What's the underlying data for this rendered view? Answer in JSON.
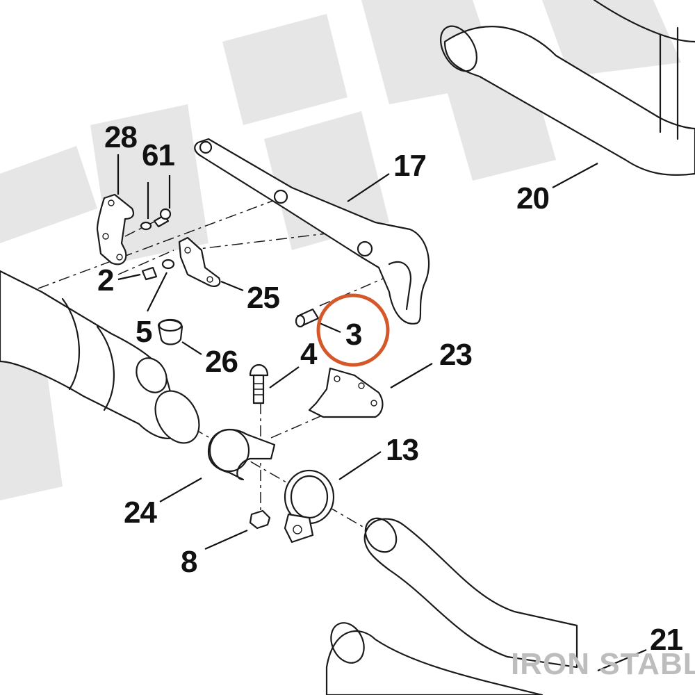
{
  "callouts": {
    "c28": "28",
    "c61": "61",
    "c17": "17",
    "c20": "20",
    "c2": "2",
    "c25": "25",
    "c3": "3",
    "c5": "5",
    "c26": "26",
    "c4": "4",
    "c23": "23",
    "c13": "13",
    "c24": "24",
    "c8": "8",
    "c21": "21"
  },
  "highlighted_callout": "3",
  "brand": "IRON STABLE",
  "colors": {
    "highlight": "#d4582a",
    "linework": "#1a1a1a",
    "watermark": "#e6e6e6",
    "brand": "#bdbdbd"
  }
}
